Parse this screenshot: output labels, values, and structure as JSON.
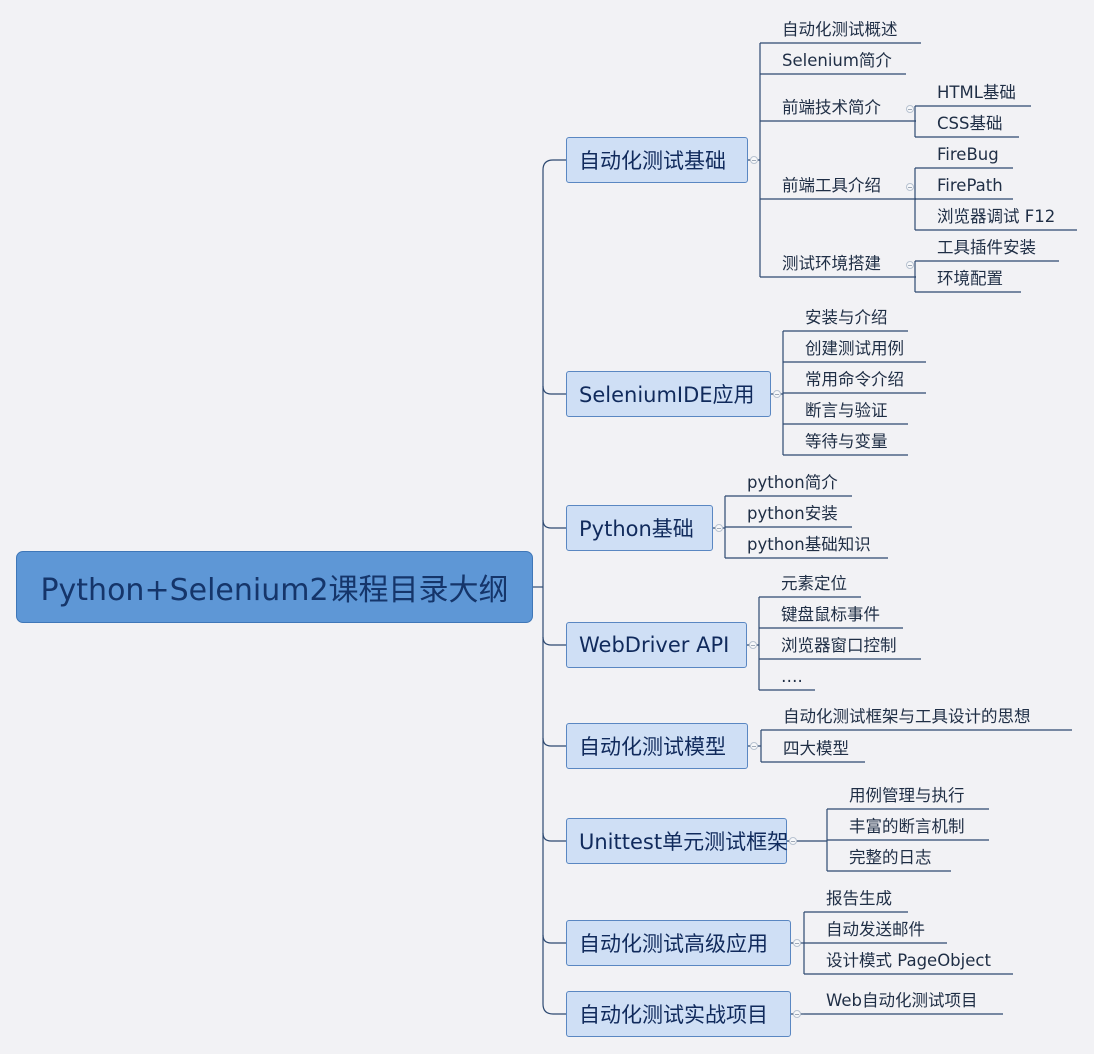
{
  "root": {
    "label": "Python+Selenium2课程目录大纲"
  },
  "branches": [
    {
      "label": "自动化测试基础",
      "children": [
        {
          "label": "自动化测试概述"
        },
        {
          "label": "Selenium简介"
        },
        {
          "label": "前端技术简介",
          "children": [
            {
              "label": "HTML基础"
            },
            {
              "label": "CSS基础"
            }
          ]
        },
        {
          "label": "前端工具介绍",
          "children": [
            {
              "label": "FireBug"
            },
            {
              "label": "FirePath"
            },
            {
              "label": "浏览器调试 F12"
            }
          ]
        },
        {
          "label": "测试环境搭建",
          "children": [
            {
              "label": "工具插件安装"
            },
            {
              "label": "环境配置"
            }
          ]
        }
      ]
    },
    {
      "label": "SeleniumIDE应用",
      "children": [
        {
          "label": "安装与介绍"
        },
        {
          "label": "创建测试用例"
        },
        {
          "label": "常用命令介绍"
        },
        {
          "label": "断言与验证"
        },
        {
          "label": "等待与变量"
        }
      ]
    },
    {
      "label": "Python基础",
      "children": [
        {
          "label": "python简介"
        },
        {
          "label": "python安装"
        },
        {
          "label": "python基础知识"
        }
      ]
    },
    {
      "label": "WebDriver API",
      "children": [
        {
          "label": "元素定位"
        },
        {
          "label": "键盘鼠标事件"
        },
        {
          "label": "浏览器窗口控制"
        },
        {
          "label": "…."
        }
      ]
    },
    {
      "label": "自动化测试模型",
      "children": [
        {
          "label": "自动化测试框架与工具设计的思想"
        },
        {
          "label": "四大模型"
        }
      ]
    },
    {
      "label": "Unittest单元测试框架",
      "children": [
        {
          "label": "用例管理与执行"
        },
        {
          "label": "丰富的断言机制"
        },
        {
          "label": "完整的日志"
        }
      ]
    },
    {
      "label": "自动化测试高级应用",
      "children": [
        {
          "label": "报告生成"
        },
        {
          "label": "自动发送邮件"
        },
        {
          "label": "设计模式 PageObject"
        }
      ]
    },
    {
      "label": "自动化测试实战项目",
      "children": [
        {
          "label": "Web自动化测试项目"
        }
      ]
    }
  ],
  "colors": {
    "line": "#2e4a72",
    "root_fill": "#5e97d6",
    "node_fill": "#cfdff5",
    "background": "#f2f2f5"
  }
}
